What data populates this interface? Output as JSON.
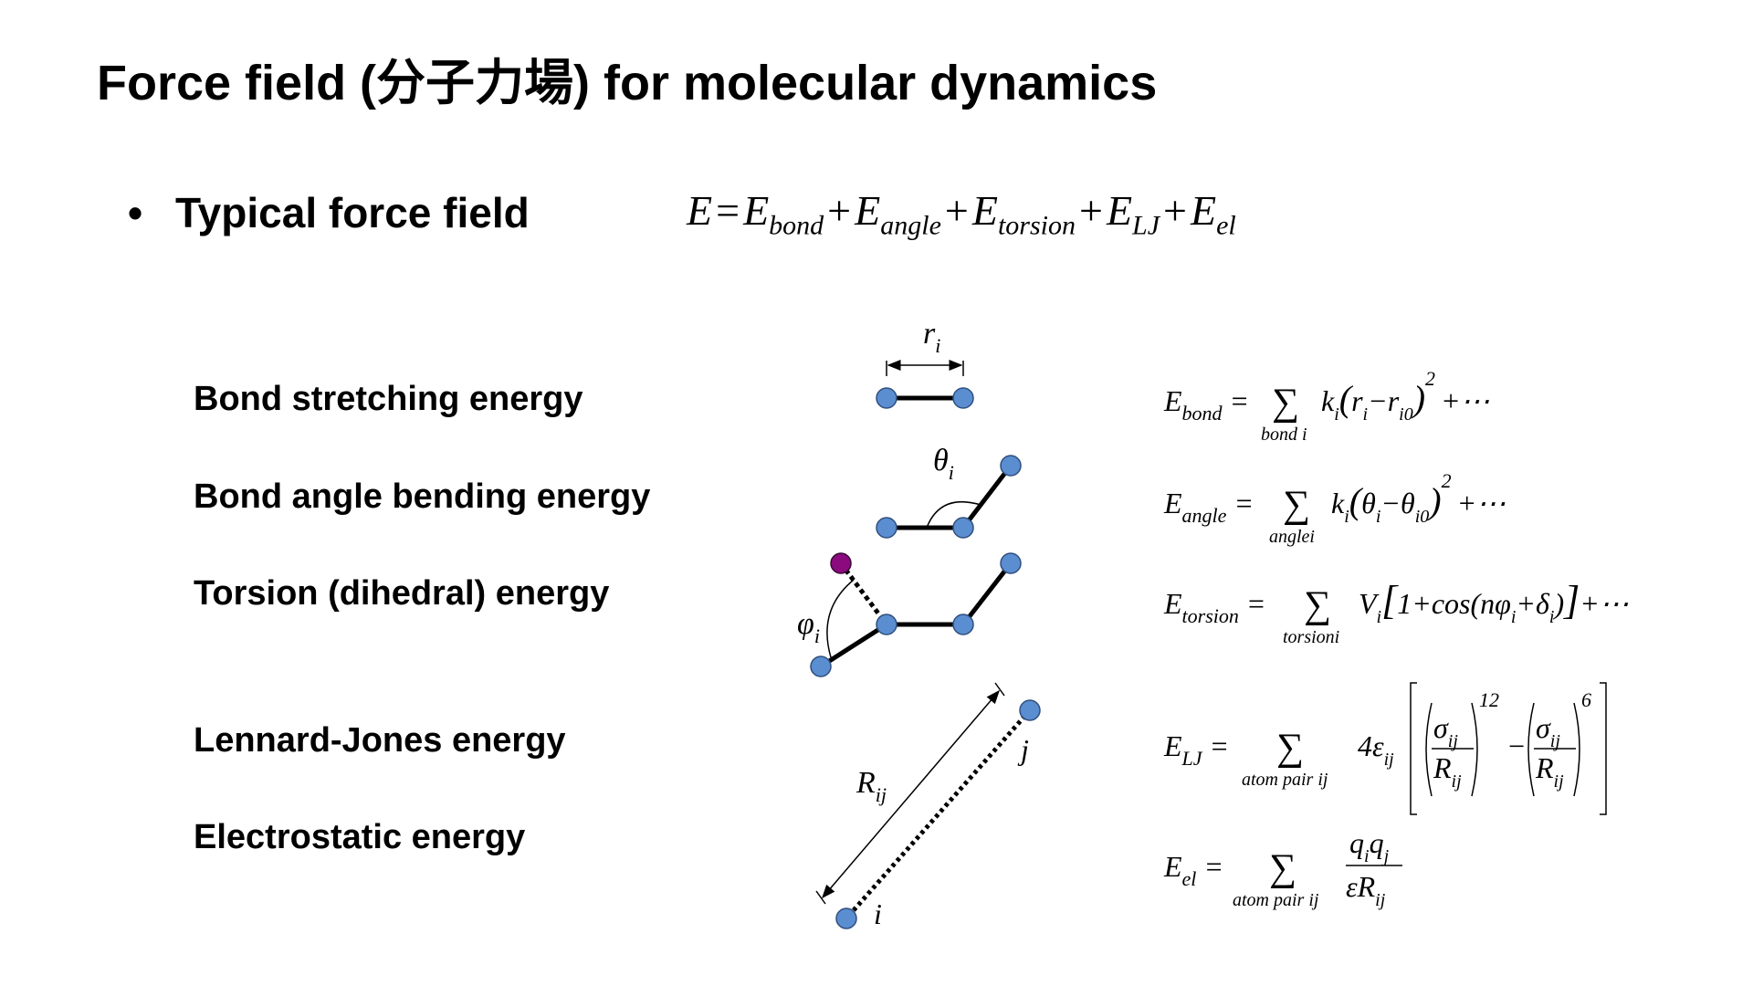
{
  "slide": {
    "title": "Force field (分子力場) for molecular dynamics",
    "bullet": {
      "symbol": "•",
      "text": "Typical force field",
      "equation": {
        "lhs": "E",
        "eq": "=",
        "terms": [
          {
            "symbol": "E",
            "sub": "bond"
          },
          {
            "symbol": "E",
            "sub": "angle"
          },
          {
            "symbol": "E",
            "sub": "torsion"
          },
          {
            "symbol": "E",
            "sub": "LJ"
          },
          {
            "symbol": "E",
            "sub": "el"
          }
        ],
        "plus": "+"
      }
    },
    "terms": [
      {
        "label": "Bond stretching energy"
      },
      {
        "label": "Bond angle bending energy"
      },
      {
        "label": "Torsion (dihedral) energy"
      },
      {
        "label": "Lennard-Jones energy"
      },
      {
        "label": "Electrostatic energy"
      }
    ],
    "diagram_labels": {
      "bond_length": "r",
      "bond_length_sub": "i",
      "angle": "θ",
      "angle_sub": "i",
      "dihedral": "φ",
      "dihedral_sub": "i",
      "distance": "R",
      "distance_sub": "ij",
      "atom_i": "i",
      "atom_j": "j"
    },
    "formulas": {
      "bond": {
        "E": "E",
        "sub": "bond",
        "eq": "=",
        "sum": "∑",
        "sum_under": "bond i",
        "body_k": "k",
        "body_ksub": "i",
        "paren_open": "(",
        "r": "r",
        "r_sub": "i",
        "minus": "−",
        "r0": "r",
        "r0_sub": "i0",
        "paren_close": ")",
        "power": "2",
        "tail": "+⋯"
      },
      "angle": {
        "E": "E",
        "sub": "angle",
        "eq": "=",
        "sum": "∑",
        "sum_under": "anglei",
        "body_k": "k",
        "body_ksub": "i",
        "paren_open": "(",
        "t": "θ",
        "t_sub": "i",
        "minus": "−",
        "t0": "θ",
        "t0_sub": "i0",
        "paren_close": ")",
        "power": "2",
        "tail": "+⋯"
      },
      "torsion": {
        "E": "E",
        "sub": "torsion",
        "eq": "=",
        "sum": "∑",
        "sum_under": "torsioni",
        "V": "V",
        "V_sub": "i",
        "bracket_open": "[",
        "one": "1+cos(",
        "n": "nφ",
        "n_sub": "i",
        "plus": "+",
        "d": "δ",
        "d_sub": "i",
        "close": ")",
        "bracket_close": "]",
        "tail": "+⋯"
      },
      "lj": {
        "E": "E",
        "sub": "LJ",
        "eq": "=",
        "sum": "∑",
        "sum_under": "atom pair ij",
        "four": "4",
        "eps": "ε",
        "eps_sub": "ij",
        "sigma": "σ",
        "sigma_sub": "ij",
        "R": "R",
        "R_sub": "ij",
        "p12": "12",
        "p6": "6",
        "minus": "−"
      },
      "el": {
        "E": "E",
        "sub": "el",
        "eq": "=",
        "sum": "∑",
        "sum_under": "atom pair ij",
        "num_q1": "q",
        "num_q1_sub": "i",
        "num_q2": "q",
        "num_q2_sub": "j",
        "den_e": "ε",
        "den_R": "R",
        "den_R_sub": "ij"
      }
    },
    "colors": {
      "atom": "#5b8ed0",
      "atom_stroke": "#2f4f7f",
      "special_atom": "#8b0a7e",
      "bond": "#000000"
    }
  }
}
